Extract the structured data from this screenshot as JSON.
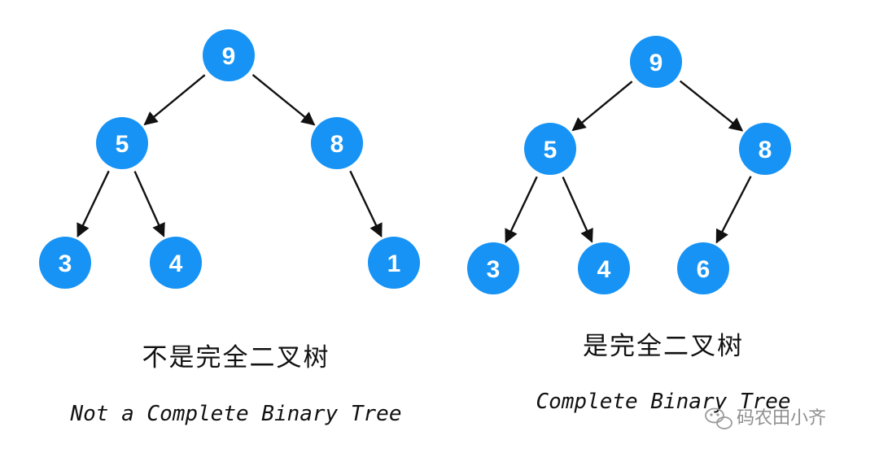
{
  "trees": [
    {
      "caption_cn": "不是完全二叉树",
      "caption_en": "Not a Complete Binary Tree",
      "nodes": [
        {
          "id": "a",
          "label": "9"
        },
        {
          "id": "b",
          "label": "5"
        },
        {
          "id": "c",
          "label": "8"
        },
        {
          "id": "d",
          "label": "3"
        },
        {
          "id": "e",
          "label": "4"
        },
        {
          "id": "f",
          "label": "1"
        }
      ],
      "edges": [
        [
          "a",
          "b"
        ],
        [
          "a",
          "c"
        ],
        [
          "b",
          "d"
        ],
        [
          "b",
          "e"
        ],
        [
          "c",
          "f"
        ]
      ]
    },
    {
      "caption_cn": "是完全二叉树",
      "caption_en": "Complete Binary Tree",
      "nodes": [
        {
          "id": "a",
          "label": "9"
        },
        {
          "id": "b",
          "label": "5"
        },
        {
          "id": "c",
          "label": "8"
        },
        {
          "id": "d",
          "label": "3"
        },
        {
          "id": "e",
          "label": "4"
        },
        {
          "id": "f",
          "label": "6"
        }
      ],
      "edges": [
        [
          "a",
          "b"
        ],
        [
          "a",
          "c"
        ],
        [
          "b",
          "d"
        ],
        [
          "b",
          "e"
        ],
        [
          "c",
          "f"
        ]
      ]
    }
  ],
  "watermark": {
    "text": "码农田小齐",
    "icon": "wechat-icon"
  },
  "colors": {
    "node_fill": "#1693f5",
    "node_text": "#ffffff",
    "edge": "#111111"
  }
}
